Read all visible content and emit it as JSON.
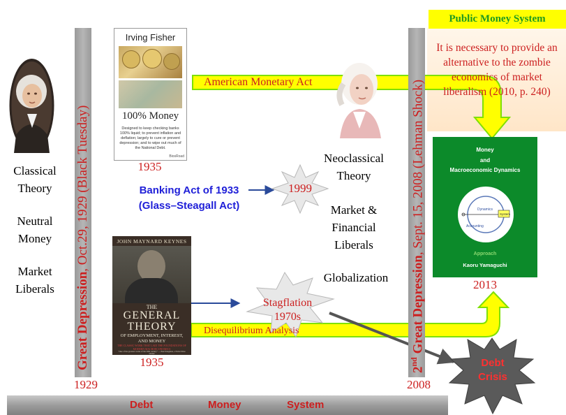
{
  "left_labels": {
    "theory": "Classical\nTheory",
    "money": "Neutral\nMoney",
    "market": "Market\nLiberals"
  },
  "bar1": {
    "bold": "Great Depression",
    "rest": ", Oct.29, 1929 (Black Tuesday)",
    "year": "1929"
  },
  "bar2": {
    "prefix": "2",
    "sup": "nd",
    "bold": "Great Depression",
    "rest": ",  Sept. 15, 2008 (Lehman Shock)",
    "year": "2008"
  },
  "fisher_book": {
    "author": "Irving Fisher",
    "title": "100% Money",
    "blurb": "Designed to keep checking banks 100% liquid; to prevent inflation and deflation; largely to cure or prevent depression; and to wipe out much of the National Debt.",
    "publisher": "BiosRoad",
    "year": "1935"
  },
  "keynes_book": {
    "author": "JOHN MAYNARD KEYNES",
    "title_1": "THE",
    "title_2": "GENERAL",
    "title_3": "THEORY",
    "subtitle": "OF EMPLOYMENT, INTEREST, AND MONEY",
    "blurb": "THE CLASSIC WORK THAT LAID THE FOUNDATIONS OF MODERN MACROECONOMICS",
    "tagline": "\"One of the greatest works of the 20th century\" — Paul Krugman, a Nobel Prize winner",
    "year": "1935"
  },
  "banking_act": {
    "line1": "Banking Act of 1933",
    "line2": "(Glass–Steagall Act)"
  },
  "starbursts": {
    "s1999": "1999",
    "stag_line1": "Stagflation",
    "stag_line2": "1970s",
    "debt_line1": "Debt",
    "debt_line2": "Crisis"
  },
  "arrows": {
    "upper": "American Monetary Act",
    "lower": "Disequilibrium Analysis"
  },
  "middle_labels": {
    "neoclassical": "Neoclassical\nTheory",
    "market_fin": "Market &\nFinancial\nLiberals",
    "globalization": "Globalization"
  },
  "public_money": {
    "header": "Public Money System",
    "quote": "It is necessary to provide an alternative to the zombie economics of market liberalism (2010, p. 240)"
  },
  "yamaguchi_book": {
    "title_1": "Money",
    "title_2": "and",
    "title_3": "Macroeconomic Dynamics",
    "label_dynamics": "Dynamics",
    "label_system": "System",
    "label_accounting": "Accounting",
    "approach": "Approach",
    "author": "Kaoru Yamaguchi",
    "year": "2013"
  },
  "bottom_bar": {
    "w1": "Debt",
    "w2": "Money",
    "w3": "System"
  },
  "colors": {
    "red": "#cc1f1f",
    "blue": "#1f1fd8",
    "green_book": "#0c8a2a",
    "yellow": "#ffff00",
    "green_outline": "#7fe000",
    "gray_bar": "#a8a8a8"
  }
}
